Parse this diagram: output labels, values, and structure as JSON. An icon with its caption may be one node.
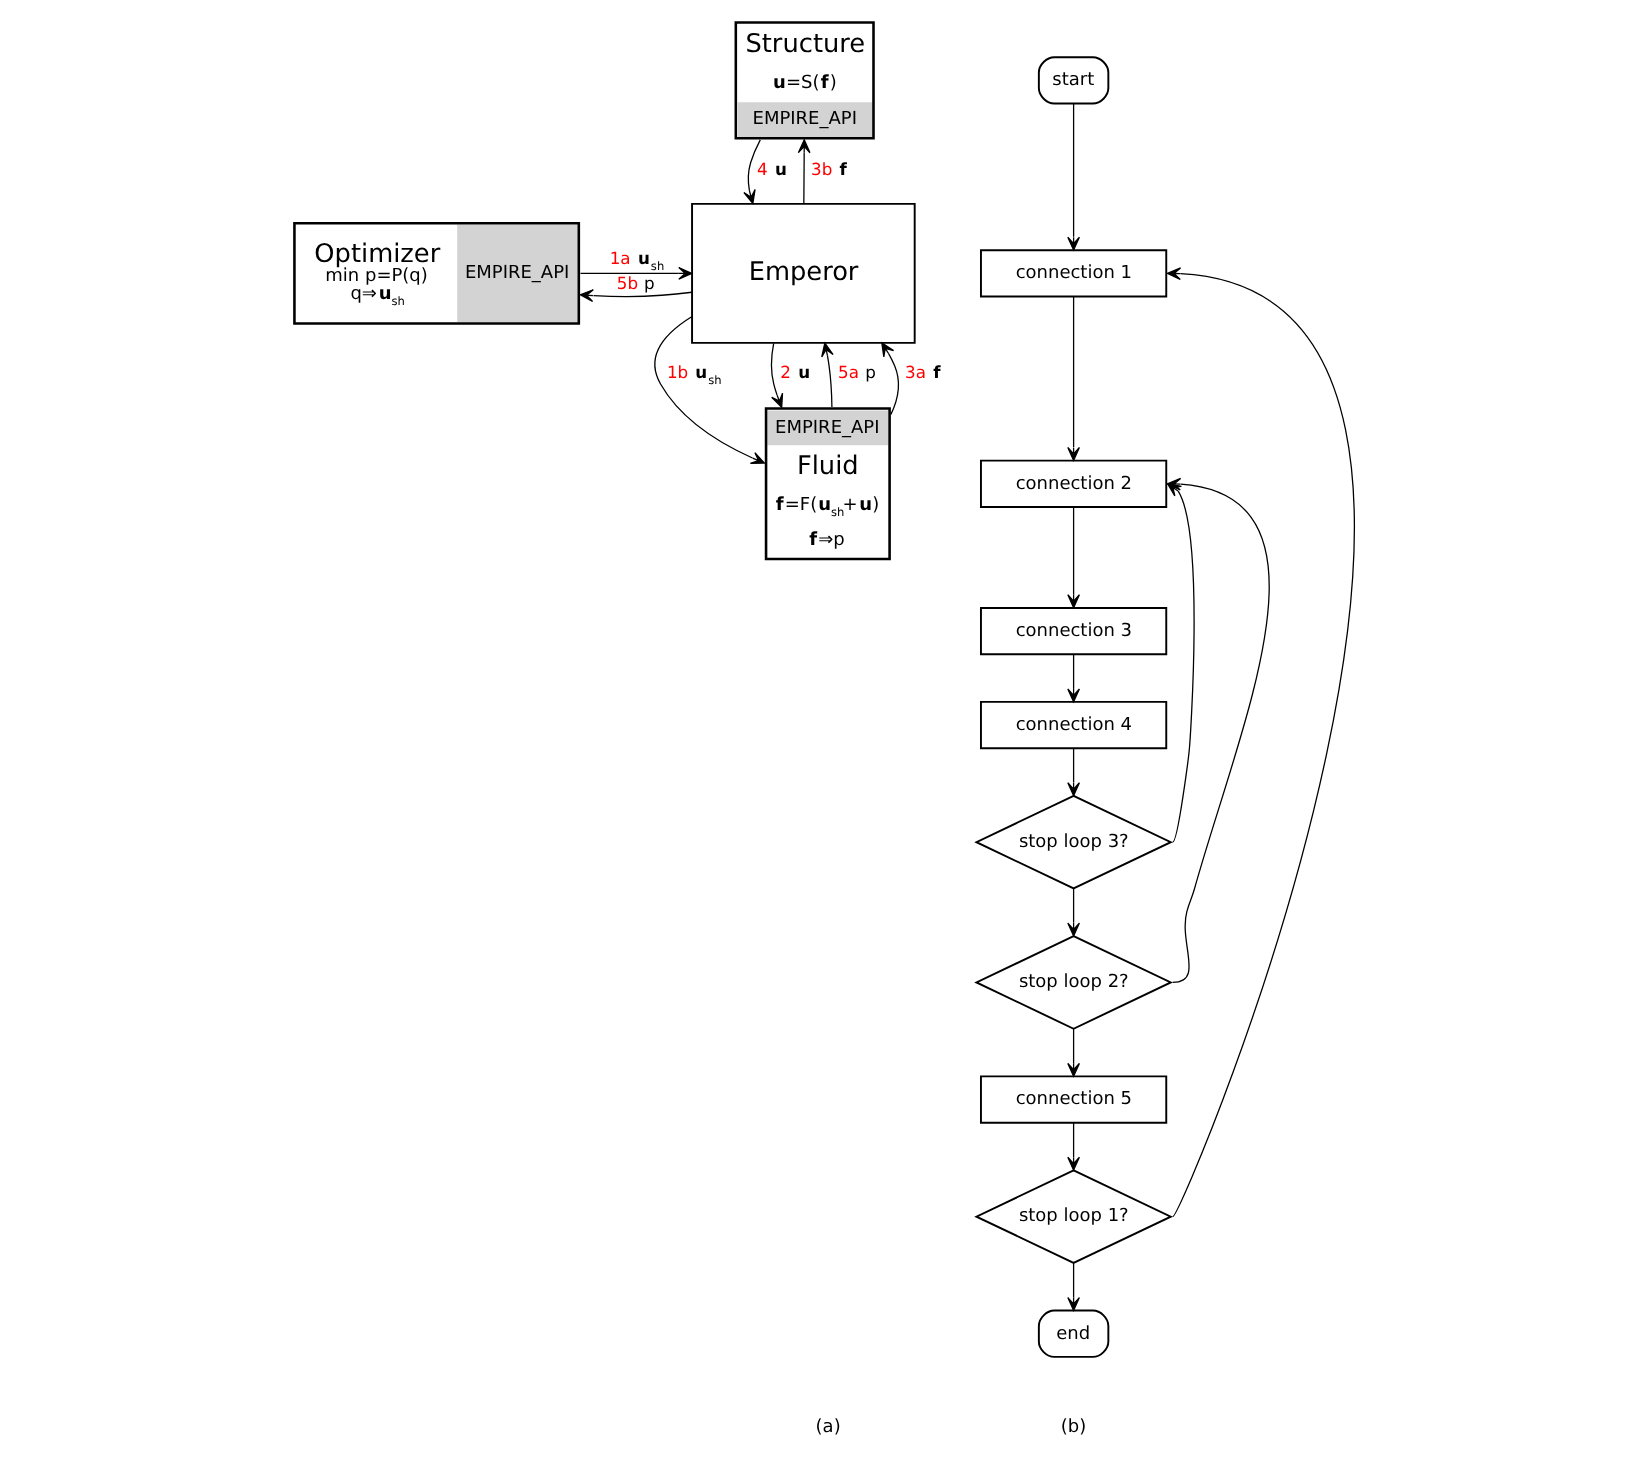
{
  "diagram": {
    "nodes": [
      {
        "text": [
          "Structure",
          "**u**=S(**f**)",
          "EMPIRE_API"
        ]
      },
      {
        "text": [
          "Optimizer",
          "min p=P(q)",
          "q⇒**u**$_{sh}$",
          "EMPIRE_API"
        ]
      },
      {
        "text": [
          "Emperor"
        ]
      },
      {
        "text": [
          "EMPIRE_API",
          "Fluid",
          "**f**=F(**u**$_{sh}$+**u**)",
          "**f**⇒p"
        ]
      },
      {
        "text": [
          "start"
        ]
      },
      {
        "text": [
          "connection 1"
        ]
      },
      {
        "text": [
          "connection 2"
        ]
      },
      {
        "text": [
          "connection 3"
        ]
      },
      {
        "text": [
          "connection 4"
        ]
      },
      {
        "text": [
          "stop loop 3?"
        ]
      },
      {
        "text": [
          "stop loop 2?"
        ]
      },
      {
        "text": [
          "connection 5"
        ]
      },
      {
        "text": [
          "stop loop 1?"
        ]
      },
      {
        "text": [
          "end"
        ]
      }
    ],
    "edges": [
      {
        "from": 0,
        "to": 2,
        "arrow": "to",
        "label": "4 **u**"
      },
      {
        "from": 2,
        "to": 0,
        "arrow": "to",
        "label": "3b **f**"
      },
      {
        "from": 2,
        "to": 1,
        "arrow": "to",
        "label": "5b p"
      },
      {
        "from": 1,
        "to": 2,
        "arrow": "to",
        "label": "1a **u**$_{sh}$"
      },
      {
        "from": 2,
        "to": 3,
        "arrow": "to",
        "label": "1b **u**$_{sh}$"
      },
      {
        "from": 3,
        "to": 2,
        "arrow": "to",
        "label": "5a p"
      },
      {
        "from": 2,
        "to": 3,
        "arrow": "to",
        "label": "2 **u**"
      },
      {
        "from": 3,
        "to": 2,
        "arrow": "to",
        "label": "3a **f**"
      },
      {
        "from": 4,
        "to": 5,
        "arrow": "to"
      },
      {
        "from": 5,
        "to": 6,
        "arrow": "to"
      },
      {
        "from": 6,
        "to": 7,
        "arrow": "to"
      },
      {
        "from": 7,
        "to": 8,
        "arrow": "to"
      },
      {
        "from": 8,
        "to": 9,
        "arrow": "to"
      },
      {
        "from": 9,
        "to": 10,
        "arrow": "to"
      },
      {
        "from": 10,
        "to": 11,
        "arrow": "to"
      },
      {
        "from": 11,
        "to": 12,
        "arrow": "to"
      },
      {
        "from": 12,
        "to": 13,
        "arrow": "to"
      },
      {
        "from": 9,
        "to": 6,
        "arrow": "to"
      },
      {
        "from": 10,
        "to": 6,
        "arrow": "to"
      },
      {
        "from": 12,
        "to": 5,
        "arrow": "to"
      }
    ],
    "labels": [
      "(a)",
      "(b)"
    ]
  }
}
